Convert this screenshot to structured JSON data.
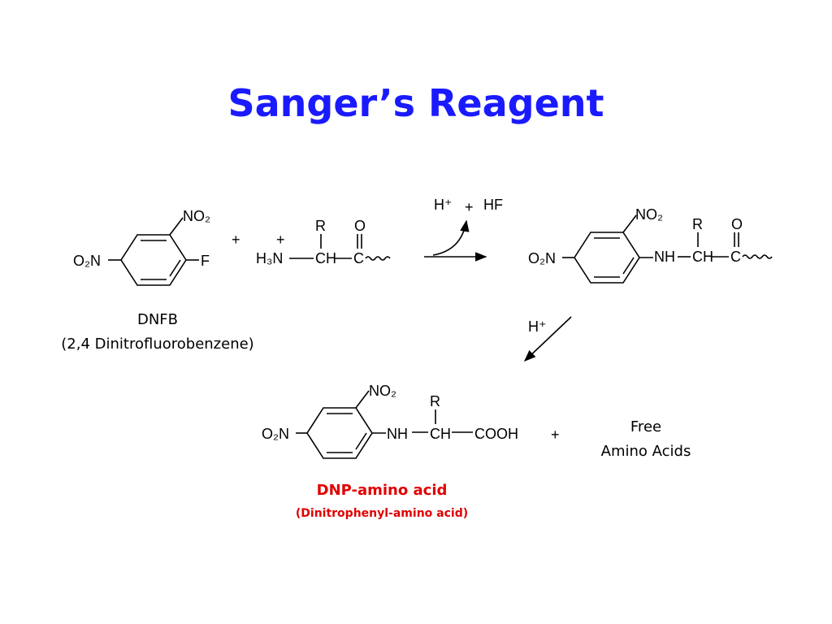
{
  "slide": {
    "title": "Sanger’s Reagent",
    "title_color": "#1a1aff",
    "highlight_color": "#e00000"
  },
  "reactant_1": {
    "substituent_top": "NO₂",
    "substituent_left": "O₂N",
    "substituent_right": "F",
    "name": "DNFB",
    "full_name": "(2,4 Dinitrofluorobenzene)"
  },
  "plus_signs": [
    "+",
    "+"
  ],
  "reactant_2": {
    "charge": "+",
    "amine": "H₃N",
    "alpha_carbon": "CH",
    "carbonyl_carbon": "C",
    "side_chain": "R",
    "oxygen": "O"
  },
  "step_1": {
    "byproducts": [
      "H⁺",
      "+",
      "HF"
    ]
  },
  "intermediate": {
    "substituent_top": "NO₂",
    "substituent_left": "O₂N",
    "linker": "NH",
    "alpha_carbon": "CH",
    "carbonyl_carbon": "C",
    "side_chain": "R",
    "oxygen": "O"
  },
  "step_2": {
    "reagent": "H⁺"
  },
  "product": {
    "substituent_top": "NO₂",
    "substituent_left": "O₂N",
    "linker": "NH",
    "alpha_carbon": "CH",
    "acid_group": "COOH",
    "side_chain": "R",
    "name": "DNP-amino acid",
    "full_name": "(Dinitrophenyl-amino acid)"
  },
  "coproduct": {
    "line_1": "Free",
    "line_2": "Amino Acids"
  }
}
